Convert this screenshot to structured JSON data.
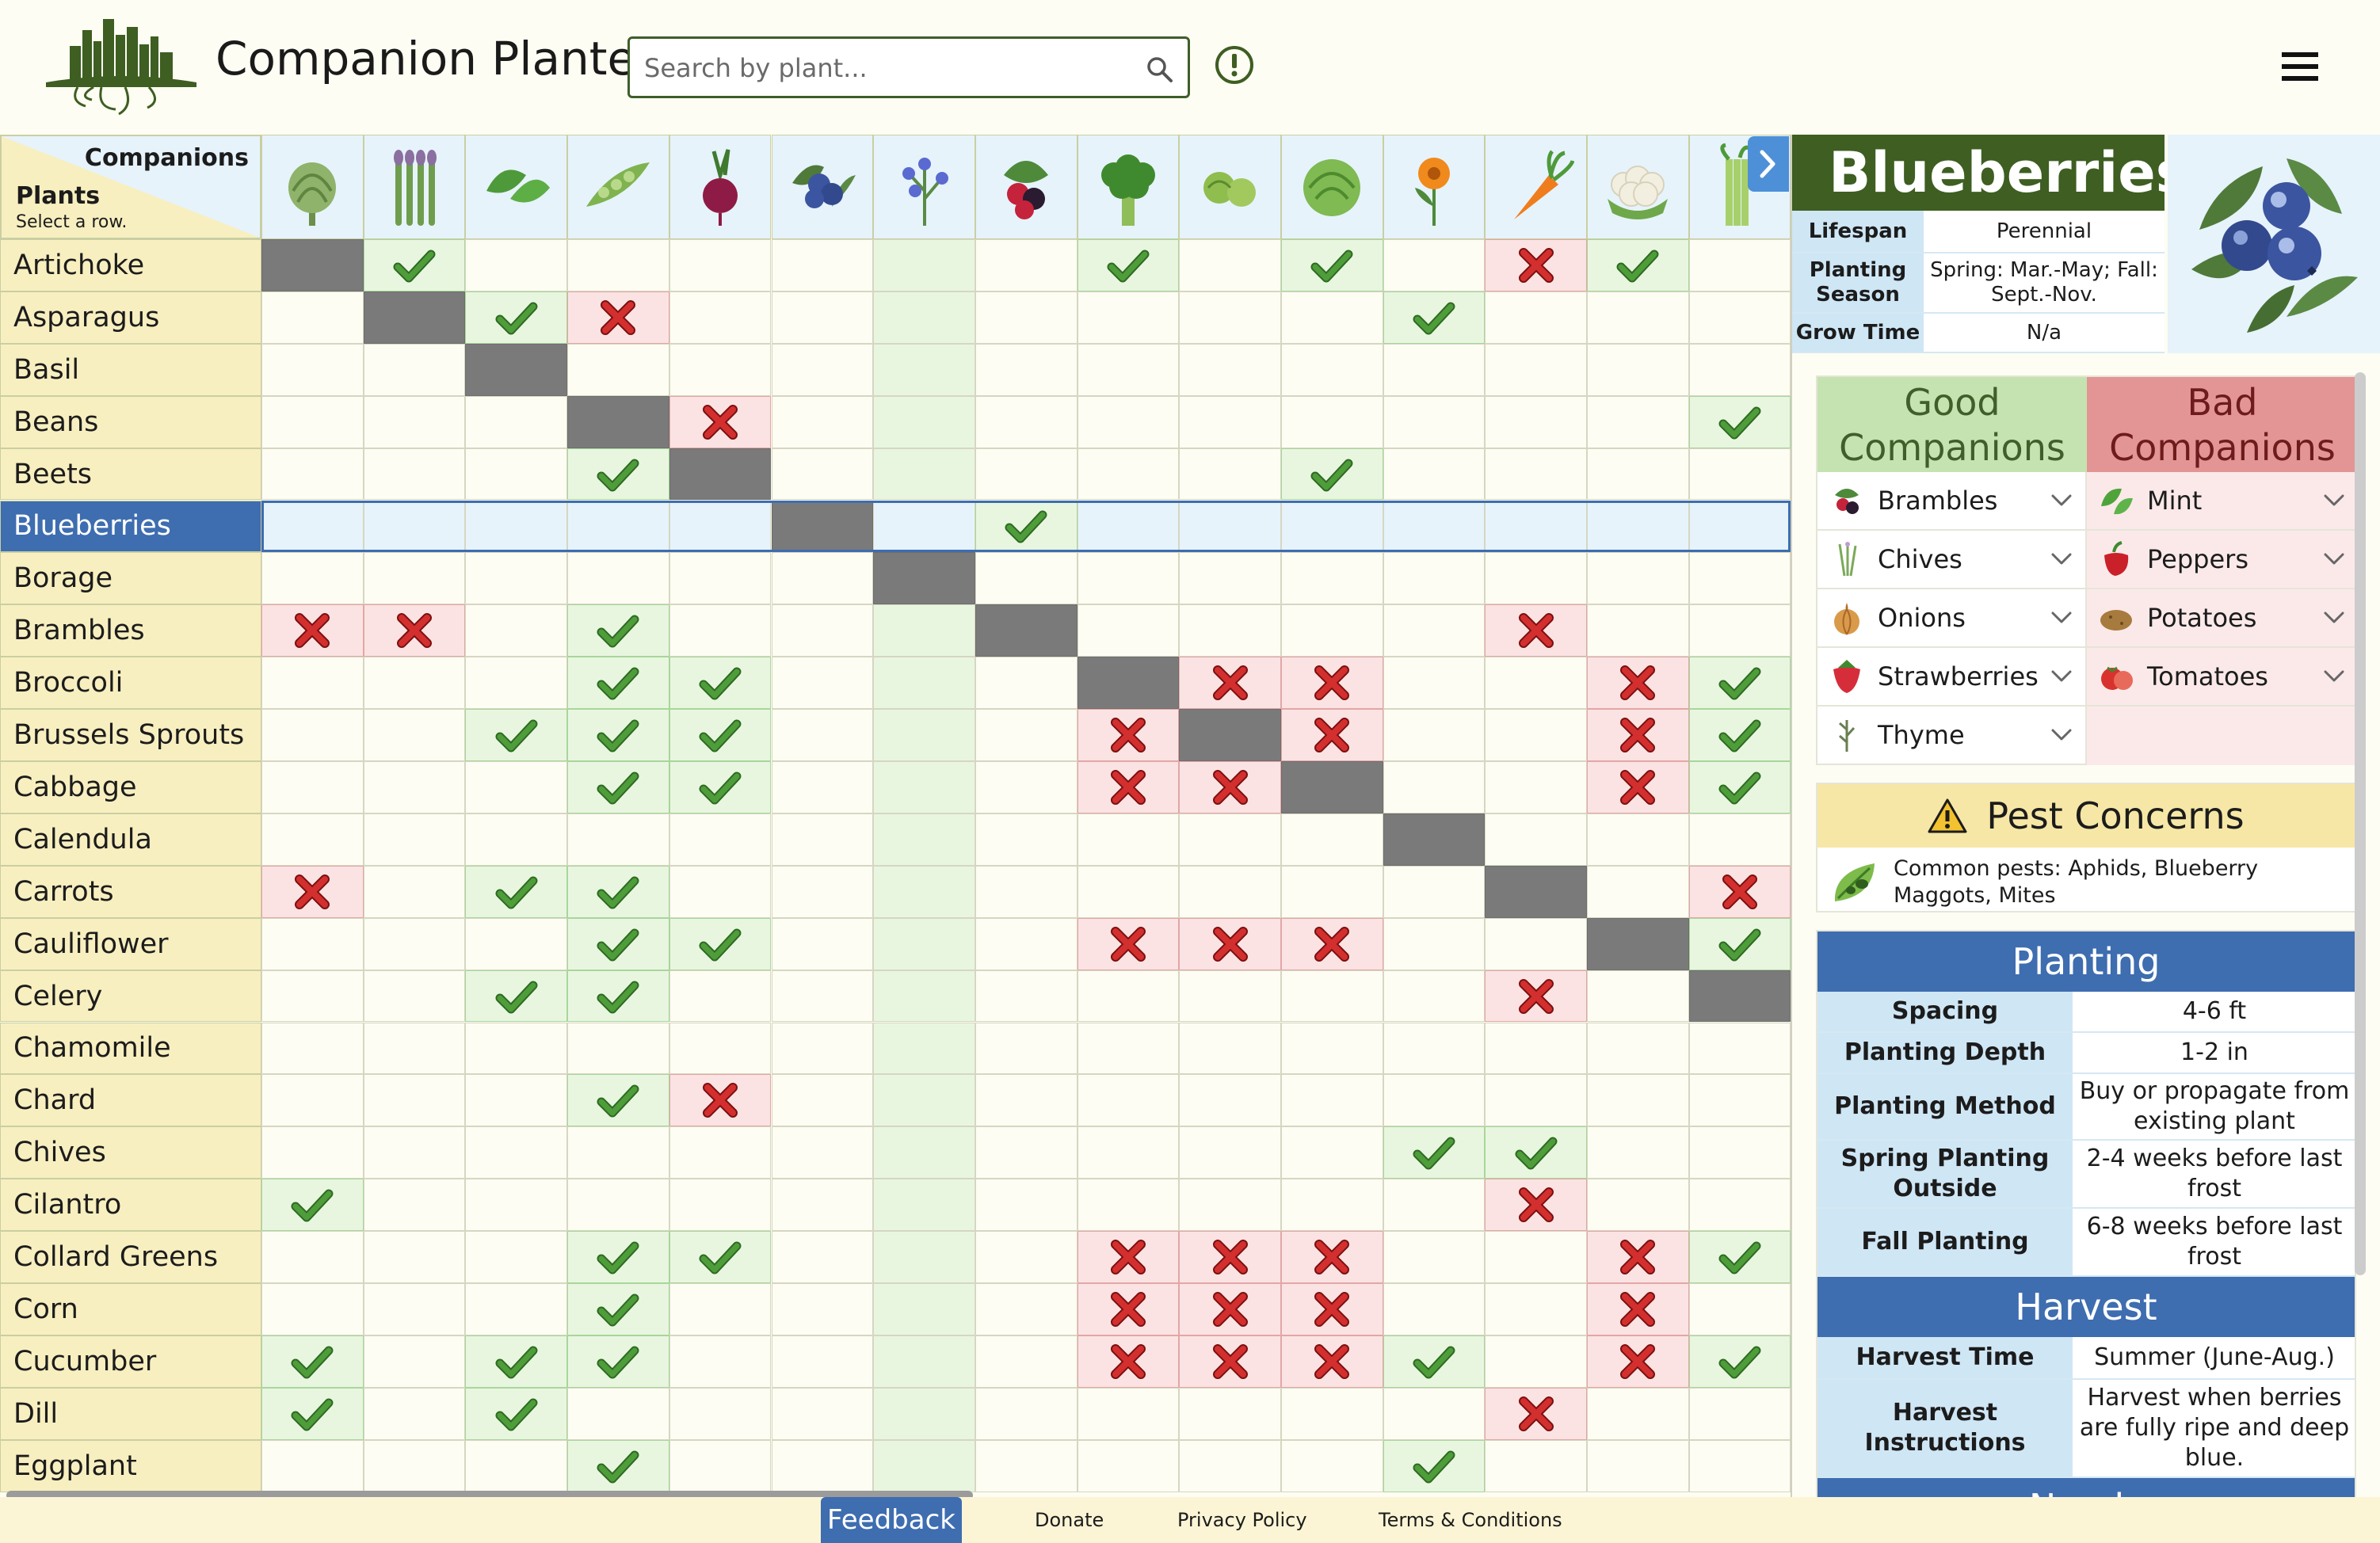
{
  "header": {
    "app_title": "Companion Planter",
    "search_placeholder": "Search by plant..."
  },
  "grid": {
    "corner_companions": "Companions",
    "corner_plants": "Plants",
    "corner_hint": "Select a row.",
    "columns": [
      "artichoke-icon",
      "asparagus-icon",
      "basil-icon",
      "beans-icon",
      "beets-icon",
      "blueberries-icon",
      "borage-icon",
      "brambles-icon",
      "broccoli-icon",
      "brussels-sprouts-icon",
      "cabbage-icon",
      "calendula-icon",
      "carrots-icon",
      "cauliflower-icon",
      "celery-icon"
    ],
    "selected_row": 5,
    "selected_column": 6,
    "rows": [
      {
        "name": "Artichoke",
        "cells": "S G . . . . . . G . G . B G ."
      },
      {
        "name": "Asparagus",
        "cells": ". S G B . . . . . . . G . . ."
      },
      {
        "name": "Basil",
        "cells": ". . S . . . . . . . . . . . ."
      },
      {
        "name": "Beans",
        "cells": ". . . S B . . . . . . . . . G"
      },
      {
        "name": "Beets",
        "cells": ". . . G S . . . . . G . . . ."
      },
      {
        "name": "Blueberries",
        "cells": ". . . . . S . G . . . . . . ."
      },
      {
        "name": "Borage",
        "cells": ". . . . . . S . . . . . . . ."
      },
      {
        "name": "Brambles",
        "cells": "B B . G . . . S . . . . B . ."
      },
      {
        "name": "Broccoli",
        "cells": ". . . G G . . . S B B . . B G"
      },
      {
        "name": "Brussels Sprouts",
        "cells": ". . G G G . . . B S B . . B G"
      },
      {
        "name": "Cabbage",
        "cells": ". . . G G . . . B B S . . B G"
      },
      {
        "name": "Calendula",
        "cells": ". . . . . . . . . . . S . . ."
      },
      {
        "name": "Carrots",
        "cells": "B . G G . . . . . . . . S . B"
      },
      {
        "name": "Cauliflower",
        "cells": ". . . G G . . . B B B . . S G"
      },
      {
        "name": "Celery",
        "cells": ". . G G . . . . . . . . B . S"
      },
      {
        "name": "Chamomile",
        "cells": ". . . . . . . . . . . . . . ."
      },
      {
        "name": "Chard",
        "cells": ". . . G B . . . . . . . . . ."
      },
      {
        "name": "Chives",
        "cells": ". . . . . . . . . . . G G . ."
      },
      {
        "name": "Cilantro",
        "cells": "G . . . . . . . . . . . B . ."
      },
      {
        "name": "Collard Greens",
        "cells": ". . . G G . . . B B B . . B G"
      },
      {
        "name": "Corn",
        "cells": ". . . G . . . . B B B . . B ."
      },
      {
        "name": "Cucumber",
        "cells": "G . G G . . . . B B B G . B G"
      },
      {
        "name": "Dill",
        "cells": "G . G . . . . . . . . . B . ."
      },
      {
        "name": "Eggplant",
        "cells": ". . . G . . . . . . . G . . ."
      }
    ]
  },
  "panel": {
    "plant_name": "Blueberries",
    "info": [
      {
        "key": "Lifespan",
        "value": "Perennial"
      },
      {
        "key": "Planting Season",
        "value": "Spring: Mar.-May; Fall: Sept.-Nov."
      },
      {
        "key": "Grow Time",
        "value": "N/a"
      }
    ],
    "good_title": "Good Companions",
    "bad_title": "Bad Companions",
    "good": [
      {
        "label": "Brambles",
        "icon": "brambles-icon"
      },
      {
        "label": "Chives",
        "icon": "chives-icon"
      },
      {
        "label": "Onions",
        "icon": "onion-icon"
      },
      {
        "label": "Strawberries",
        "icon": "strawberry-icon"
      },
      {
        "label": "Thyme",
        "icon": "thyme-icon"
      }
    ],
    "bad": [
      {
        "label": "Mint",
        "icon": "mint-icon"
      },
      {
        "label": "Peppers",
        "icon": "pepper-icon"
      },
      {
        "label": "Potatoes",
        "icon": "potato-icon"
      },
      {
        "label": "Tomatoes",
        "icon": "tomato-icon"
      }
    ],
    "pest_title": "Pest Concerns",
    "pest_text": "Common pests: Aphids, Blueberry Maggots, Mites",
    "planting_title": "Planting",
    "planting": [
      {
        "key": "Spacing",
        "value": "4-6 ft"
      },
      {
        "key": "Planting Depth",
        "value": "1-2 in"
      },
      {
        "key": "Planting Method",
        "value": "Buy or propagate from existing plant"
      },
      {
        "key": "Spring Planting Outside",
        "value": "2-4 weeks before last frost"
      },
      {
        "key": "Fall Planting",
        "value": "6-8 weeks before last frost"
      }
    ],
    "harvest_title": "Harvest",
    "harvest": [
      {
        "key": "Harvest Time",
        "value": "Summer (June-Aug.)"
      },
      {
        "key": "Harvest Instructions",
        "value": "Harvest when berries are fully ripe and deep blue."
      }
    ],
    "needs_title": "Needs"
  },
  "footer": {
    "feedback": "Feedback",
    "donate": "Donate",
    "privacy": "Privacy Policy",
    "terms": "Terms & Conditions"
  },
  "colors": {
    "good": "#4f9d3a",
    "bad": "#d32f2f",
    "accent_blue": "#3e6db0",
    "brand_green": "#3e5e22"
  }
}
